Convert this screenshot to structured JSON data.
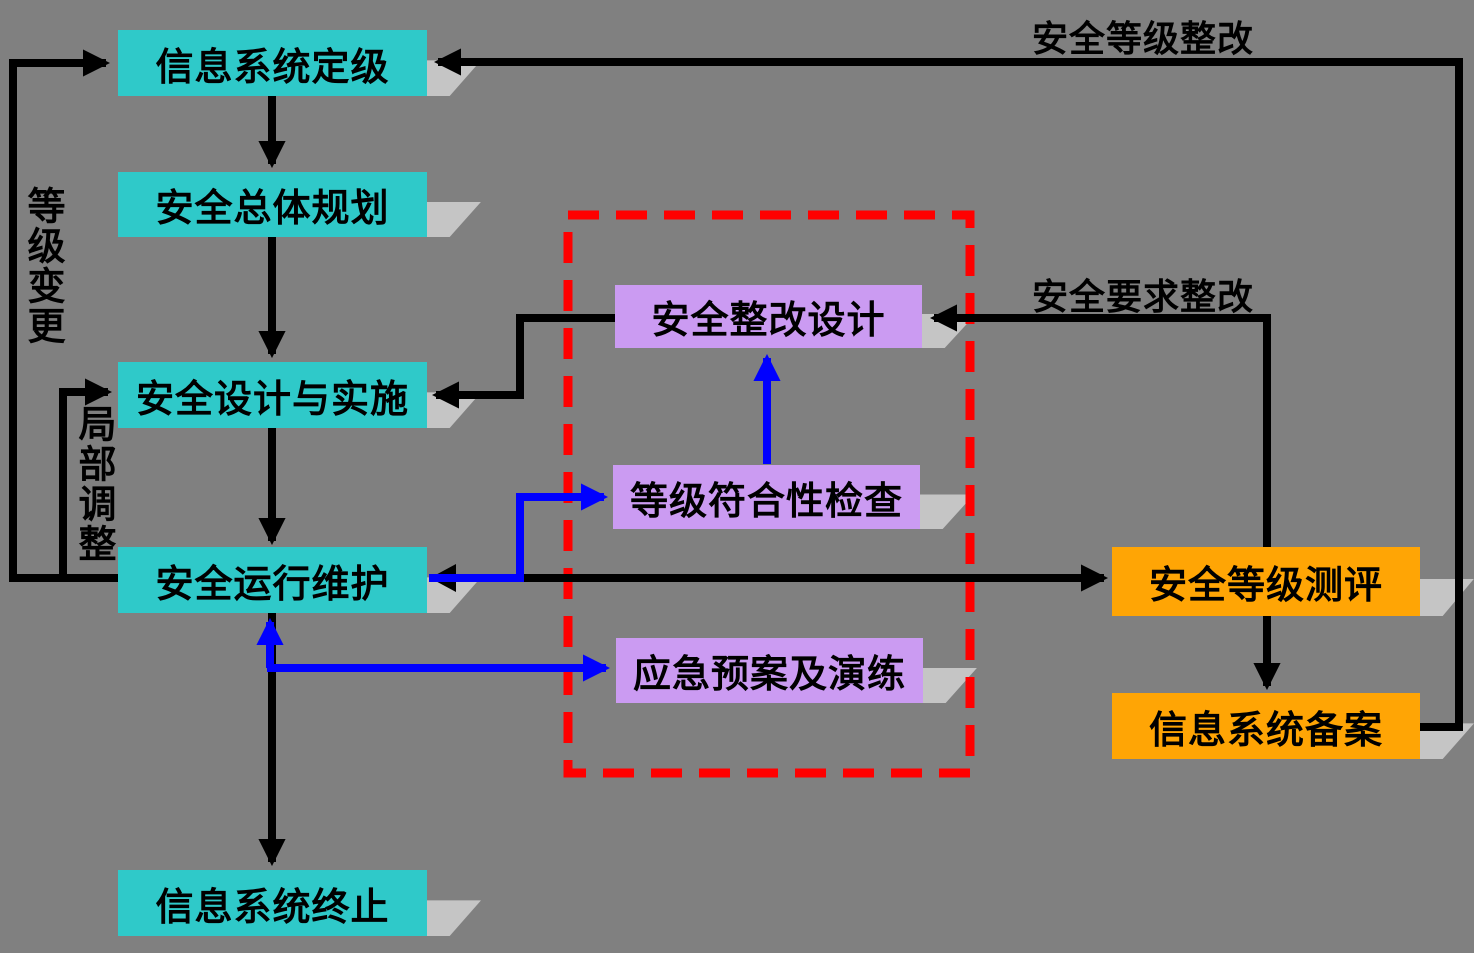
{
  "nodes": {
    "system_grading": {
      "label": "信息系统定级"
    },
    "overall_planning": {
      "label": "安全总体规划"
    },
    "design_implementation": {
      "label": "安全设计与实施"
    },
    "operation_maintenance": {
      "label": "安全运行维护"
    },
    "system_termination": {
      "label": "信息系统终止"
    },
    "rectification_design": {
      "label": "安全整改设计"
    },
    "compliance_check": {
      "label": "等级符合性检查"
    },
    "emergency_drill": {
      "label": "应急预案及演练"
    },
    "level_evaluation": {
      "label": "安全等级测评"
    },
    "system_filing": {
      "label": "信息系统备案"
    }
  },
  "edge_labels": {
    "level_rectification": "安全等级整改",
    "requirement_rectification": "安全要求整改",
    "level_change": "等级变更",
    "partial_adjustment": "局部调整"
  },
  "colors": {
    "bg": "#808080",
    "cyan": "#2FC9C9",
    "purple": "#CB9BF2",
    "orange": "#FFA505",
    "line-black": "#000000",
    "line-blue": "#0000FF",
    "dash-red": "#FF0000",
    "shadow": "#C5C5C5",
    "text": "#000000"
  }
}
